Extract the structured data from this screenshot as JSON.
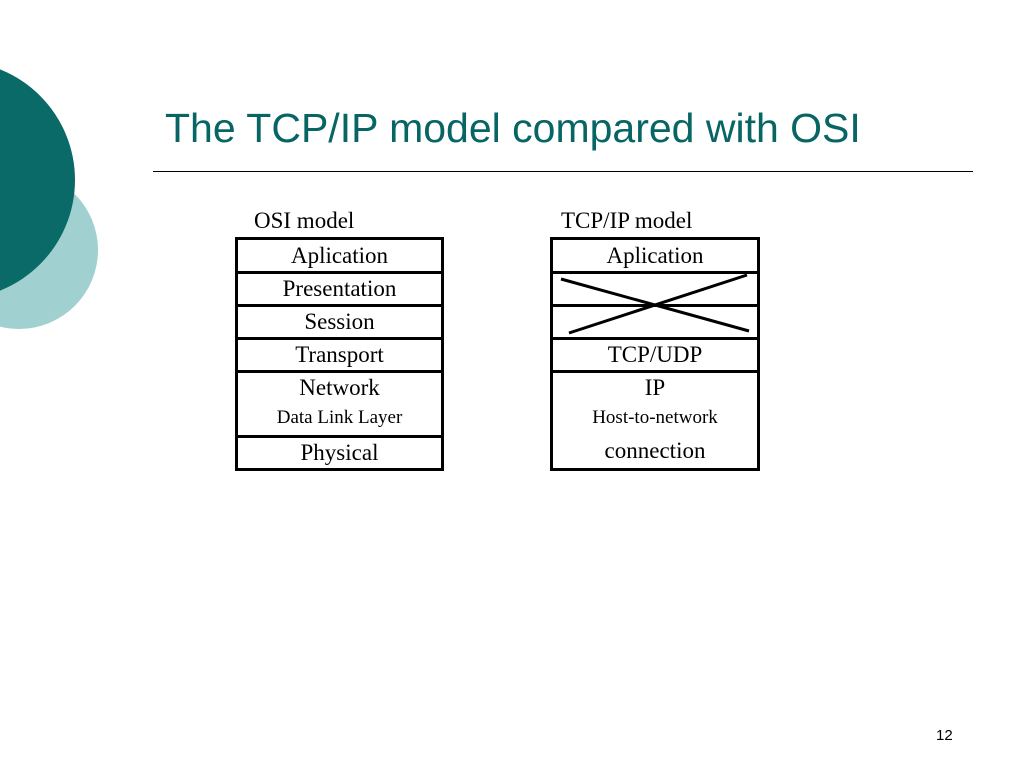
{
  "slide": {
    "title": "The TCP/IP model compared with OSI",
    "page_number": "12",
    "colors": {
      "title": "#076564",
      "circle_dark": "#0A6A68",
      "circle_light": "#A1D0D0"
    }
  },
  "osi": {
    "heading": "OSI model",
    "layers": [
      "Aplication",
      "Presentation",
      "Session",
      "Transport",
      "Network",
      "Data Link Layer",
      "Physical"
    ]
  },
  "tcpip": {
    "heading": "TCP/IP model",
    "layers": [
      "Aplication",
      "",
      "",
      "TCP/UDP",
      "IP",
      "Host-to-network",
      "connection"
    ],
    "empty_layers_crossed": true
  }
}
